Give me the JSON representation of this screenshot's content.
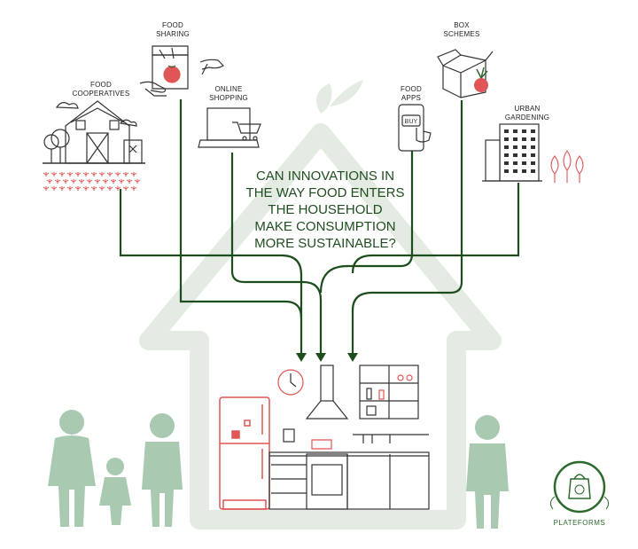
{
  "labels": {
    "food_sharing": [
      "FOOD",
      "SHARING"
    ],
    "box_schemes": [
      "BOX",
      "SCHEMES"
    ],
    "food_cooperatives": [
      "FOOD",
      "COOPERATIVES"
    ],
    "online_shopping": [
      "ONLINE",
      "SHOPPING"
    ],
    "food_apps": [
      "FOOD",
      "APPS"
    ],
    "urban_gardening": [
      "URBAN",
      "GARDENING"
    ]
  },
  "question": [
    "CAN INNOVATIONS IN",
    "THE WAY  FOOD ENTERS",
    "THE HOUSEHOLD",
    "MAKE CONSUMPTION",
    "MORE SUSTAINABLE?"
  ],
  "phone_button": "BUY",
  "brand": "PLATEFORMS",
  "colors": {
    "line_green": "#1d4d1d",
    "house_light": "#e3ebe3",
    "people": "#a9c9b1",
    "accent_red": "#e05555",
    "brand_green": "#2d6a2d"
  }
}
